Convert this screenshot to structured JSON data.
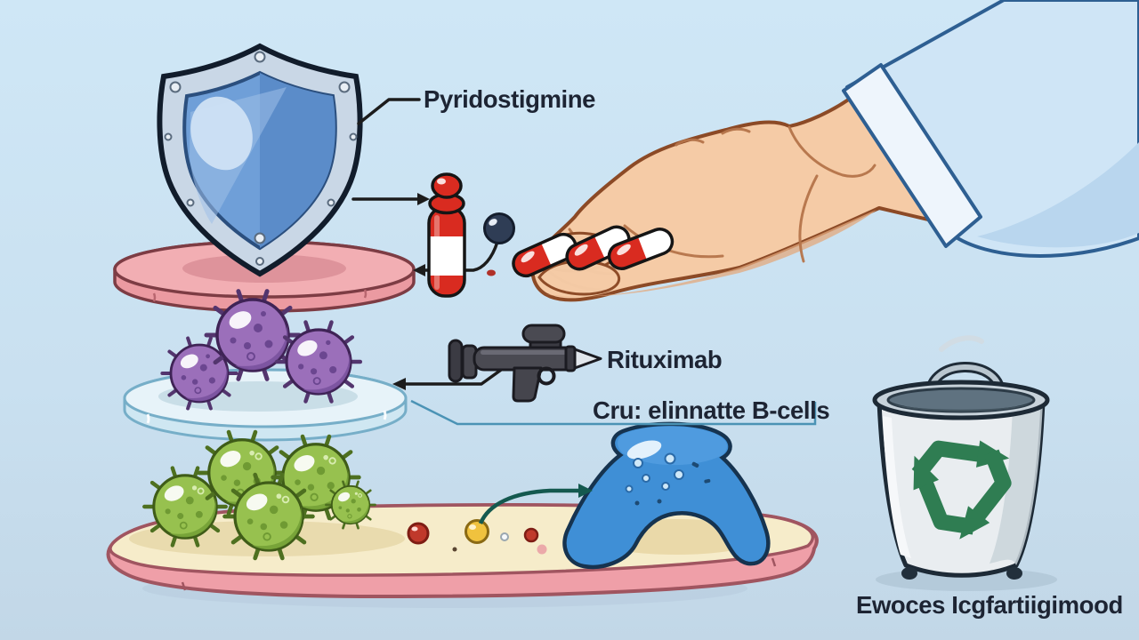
{
  "scene": {
    "title": "immune-treatment-cartoon-diagram",
    "labels": {
      "pyridostigmine": "Pyridostigmine",
      "rituximab": "Rituximab",
      "eliminate_b_cells": "Cru: elinnatte B-cells",
      "bottom_caption": "Ewoces Icgfartiigimood"
    },
    "palette": {
      "background_top": "#cfe7f6",
      "background_bottom": "#c2d7e7",
      "label_text": "#1d2433",
      "leader_line": "#1c1c1c",
      "bracket_teal": "#4b93b5",
      "arrow_teal": "#14594f",
      "shield_face": "#6f9fd8",
      "shield_rim": "#c9d7e6",
      "pink_disc_top": "#f2aeb3",
      "pink_disc_side": "#eb9aa1",
      "glass_disc_top": "#e7f3f9",
      "glass_disc_side": "#cfe7f2",
      "purple_virus": "#9b6fba",
      "green_virus": "#97c14f",
      "capsule_red": "#d92b20",
      "navy_sphere": "#2f3d55",
      "skin": "#f5cba6",
      "sleeve_blue": "#cfe5f6",
      "platform_top": "#f6ecca",
      "platform_side": "#ef9fa8",
      "blob_blue": "#3f8fd6",
      "gun_gray": "#4a4a52",
      "gun_tip_silver": "#e2e7ec",
      "bin_body": "#e9edf0",
      "recycle_green": "#2f7d52",
      "red_sphere": "#c0392b",
      "yellow_sphere": "#f0c23e"
    }
  }
}
